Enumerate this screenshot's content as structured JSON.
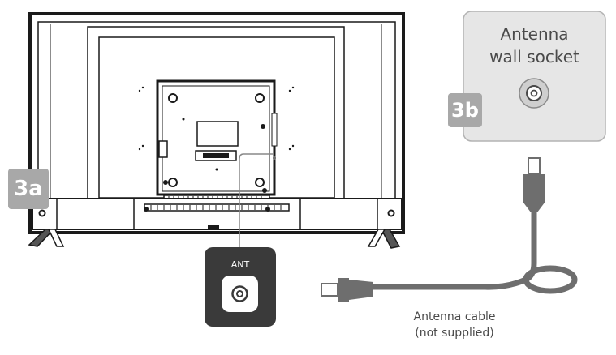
{
  "wall_socket": {
    "title_line1": "Antenna",
    "title_line2": "wall socket",
    "step_badge": "3b"
  },
  "tv": {
    "step_badge": "3a",
    "port_label": "ANT"
  },
  "cable": {
    "label_line1": "Antenna cable",
    "label_line2": "(not supplied)"
  },
  "colors": {
    "tv_outline": "#1a1a1a",
    "cable": "#6e6e6e",
    "badge": "#a8a8a8",
    "socket_panel": "#e6e6e6",
    "port_panel": "#3a3a3a"
  }
}
